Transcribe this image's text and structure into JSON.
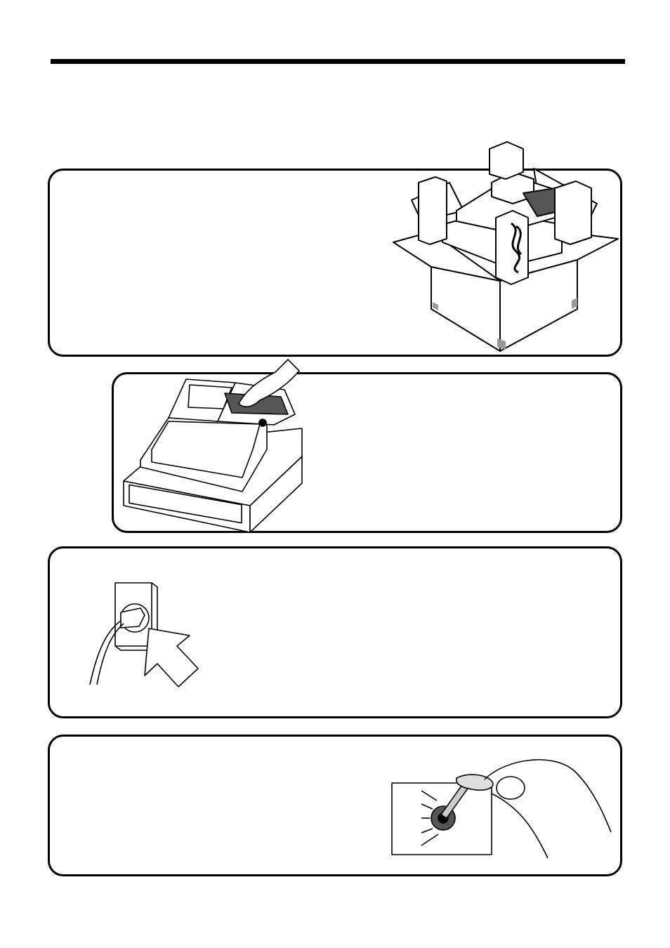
{
  "header": {
    "title": ""
  },
  "steps": [
    {
      "id": "unpack",
      "text": "",
      "illustration": "cash-register-in-box-icon"
    },
    {
      "id": "remove-tape",
      "text": "",
      "illustration": "hand-removing-tape-icon"
    },
    {
      "id": "plug-in",
      "text": "",
      "illustration": "power-plug-outlet-icon"
    },
    {
      "id": "mode-key",
      "text": "",
      "illustration": "mode-key-switch-icon"
    }
  ]
}
